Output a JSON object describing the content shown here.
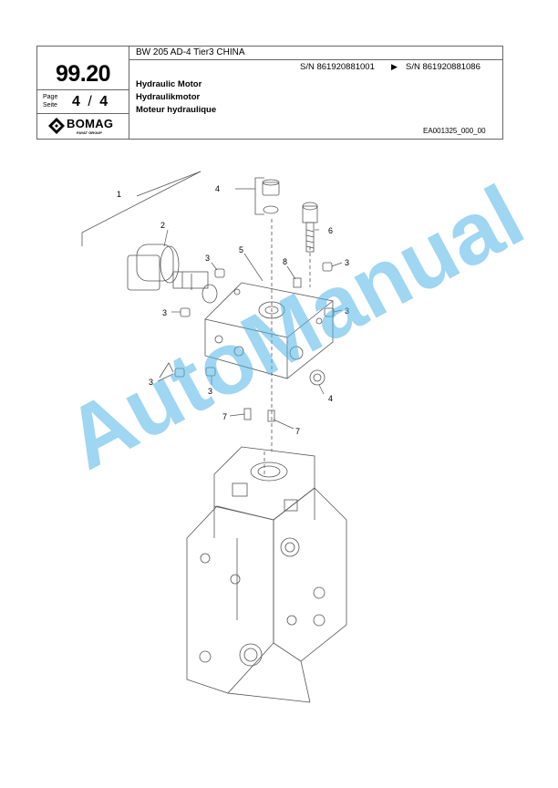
{
  "header": {
    "model": "BW 205 AD-4 Tier3 CHINA",
    "page_number": "99.20",
    "page_label": "Page",
    "seite_label": "Seite",
    "page_value": "4",
    "page_separator": "/",
    "page_total": "4",
    "sn_from": "S/N 861920881001",
    "sn_arrow": "▶",
    "sn_to": "S/N 861920881086",
    "title_en": "Hydraulic Motor",
    "title_de": "Hydraulikmotor",
    "title_fr": "Moteur hydraulique",
    "doc_id": "EA001325_000_00",
    "logo": "BOMAG",
    "logo_sub": "FAYAT GROUP"
  },
  "callouts": {
    "c1": "1",
    "c2": "2",
    "c3": "3",
    "c4": "4",
    "c5": "5",
    "c6": "6",
    "c7": "7",
    "c8": "8"
  },
  "watermark": "AutoManual",
  "colors": {
    "watermark": "#50b4e6",
    "line": "#555555"
  }
}
